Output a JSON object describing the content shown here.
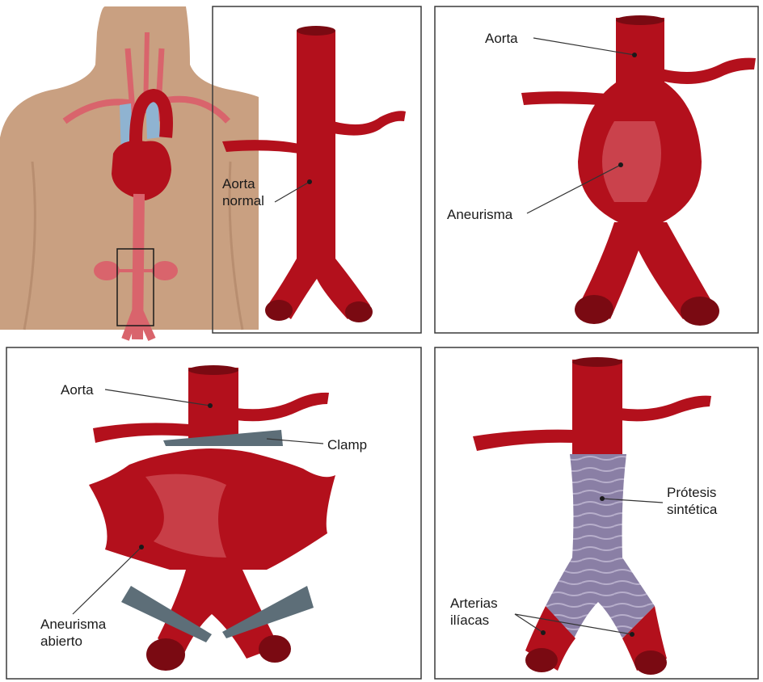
{
  "panels": {
    "normal": {
      "label_line1": "Aorta",
      "label_line2": "normal"
    },
    "aneurysm": {
      "aorta_label": "Aorta",
      "aneurysm_label": "Aneurisma"
    },
    "open_surgery": {
      "aorta_label": "Aorta",
      "clamp_label": "Clamp",
      "aneurysm_line1": "Aneurisma",
      "aneurysm_line2": "abierto"
    },
    "repair": {
      "prosthesis_line1": "Prótesis",
      "prosthesis_line2": "sintética",
      "iliac_line1": "Arterias",
      "iliac_line2": "ilíacas"
    }
  },
  "colors": {
    "skin": "#c9a081",
    "artery": "#b3101c",
    "artery_dark": "#7a0a12",
    "artery_light": "#d9646c",
    "vein": "#8fb3d1",
    "clamp": "#5d6e78",
    "prosthesis": "#8a7fa5"
  }
}
